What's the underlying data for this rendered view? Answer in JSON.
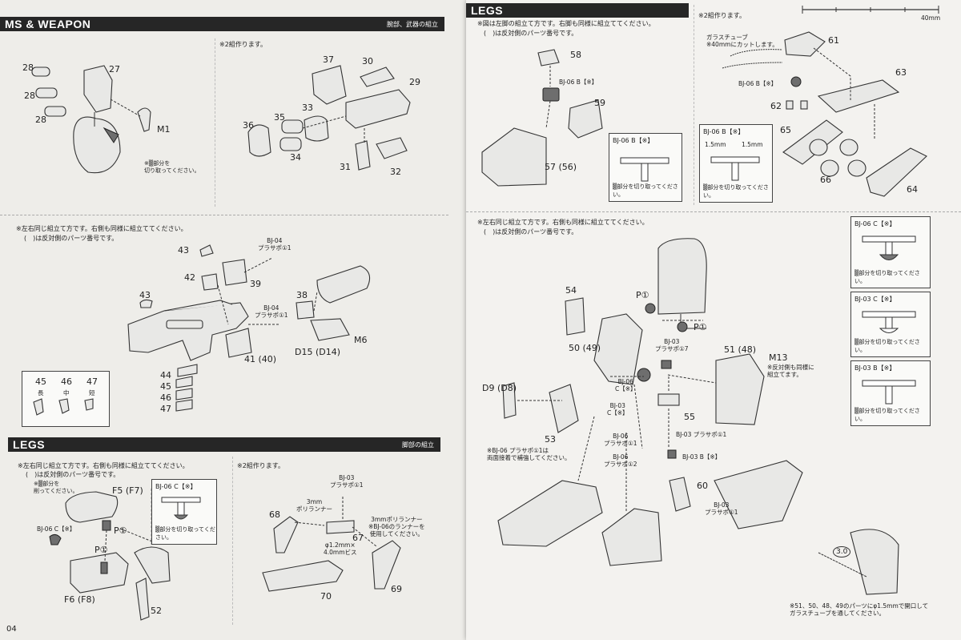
{
  "left": {
    "arms": {
      "title": "MS & WEAPON",
      "subtitle": "腕部、武器の組立",
      "note_pairs": "※2組作ります。",
      "cut_note": "※▒部分を\n切り取ってください。",
      "m1": "M1",
      "labels": {
        "p28a": "28",
        "p28b": "28",
        "p28c": "28",
        "p27": "27",
        "p37": "37",
        "p30": "30",
        "p29": "29",
        "p35": "35",
        "p33": "33",
        "p36": "36",
        "p34": "34",
        "p31": "31",
        "p32": "32"
      }
    },
    "weapon": {
      "note1": "※左右同じ組立て方です。右側も同様に組立ててください。",
      "note2": "(　)は反対側のパーツ番号です。",
      "labels": {
        "p43a": "43",
        "p42": "42",
        "p39": "39",
        "p43b": "43",
        "p38": "38",
        "p41": "41 (40)",
        "p44": "44",
        "p45": "45",
        "p46": "46",
        "p47": "47",
        "d15": "D15 (D14)",
        "m6": "M6",
        "bj1": "BJ-04\nプラサポ①1",
        "bj2": "BJ-04\nプラサポ①1"
      },
      "legend": {
        "n45": "45",
        "n46": "46",
        "n47": "47",
        "k45": "長",
        "k46": "中",
        "k47": "短"
      }
    },
    "legs": {
      "title": "LEGS",
      "subtitle": "脚部の組立",
      "note1": "※左右同じ組立て方です。右側も同様に組立ててください。",
      "note2": "(　)は反対側のパーツ番号です。",
      "note3": "※▒部分を\n削ってください。",
      "pairs": "※2組作ります。",
      "labels": {
        "f5": "F5 (F7)",
        "f6": "F6 (F8)",
        "p52": "52",
        "pc1": "P①",
        "pc2": "P①",
        "bj06": "BJ-06 C【※】",
        "p68": "68",
        "p67": "67",
        "p70": "70",
        "p69": "69",
        "bj03": "BJ-03\nプラサポ①1",
        "poly": "3mm\nポリランナー",
        "poly2": "3mmポリランナー\n※BJ-06のランナーを\n使用してください。",
        "screw": "φ1.2mm×\n4.0mmビス"
      },
      "box": {
        "title": "BJ-06 C【※】",
        "note": "▒部分を切り取ってください。"
      }
    },
    "page_no": "04"
  },
  "right": {
    "title": "LEGS",
    "top_note1": "※図は左脚の組立て方です。右脚も同様に組立ててください。",
    "top_note2": "(　)は反対側のパーツ番号です。",
    "pairs": "※2組作ります。",
    "scale": "40mm",
    "tube": "ガラスチューブ\n※40mmにカットします。",
    "labels": {
      "p58": "58",
      "p59": "59",
      "p57": "57 (56)",
      "bj06b": "BJ-06 B【※】",
      "p61": "61",
      "p63": "63",
      "p62": "62",
      "p65": "65",
      "p66": "66",
      "p64": "64",
      "bj06b2": "BJ-06 B【※】"
    },
    "box1": {
      "title": "BJ-06 B【※】",
      "note": "▒部分を切り取ってください。"
    },
    "box2": {
      "title": "BJ-06 B【※】",
      "d1": "1.5mm",
      "d2": "1.5mm",
      "note": "▒部分を切り取ってください。"
    },
    "mid_note1": "※左右同じ組立て方です。右側も同様に組立ててください。",
    "mid_note2": "(　)は反対側のパーツ番号です。",
    "mlabels": {
      "p54": "54",
      "p50": "50 (49)",
      "d9": "D9 (D8)",
      "p53": "53",
      "p51": "51 (48)",
      "m13": "M13",
      "m13n": "※反対側も同様に\n組立てます。",
      "pc1": "P①",
      "pc2": "P①",
      "bj03a": "BJ-03\nプラサポ①7",
      "bj06c": "BJ-06\nC【※】",
      "bj03c": "BJ-03\nC【※】",
      "bj06p1": "BJ-06\nプラサポ①1",
      "bj06p2": "BJ-06\nプラサポ①2",
      "p55": "55",
      "bj03p": "BJ-03 プラサポ①1",
      "bj03b": "BJ-03 B【※】",
      "p60": "60",
      "bj03p2": "BJ-03\nプラサポ①1",
      "hint": "※BJ-06 プラサポ①1は\n両面接着で補強してください。",
      "p30": "3.0",
      "tube2": "※51、50、48、49のパーツにφ1.5mmで開口して\nガラスチューブを通してください。"
    },
    "side_boxes": [
      {
        "title": "BJ-06 C【※】",
        "note": "▒部分を切り取ってください。"
      },
      {
        "title": "BJ-03 C【※】",
        "note": "▒部分を切り取ってください。"
      },
      {
        "title": "BJ-03 B【※】",
        "note": "▒部分を切り取ってください。"
      }
    ]
  }
}
